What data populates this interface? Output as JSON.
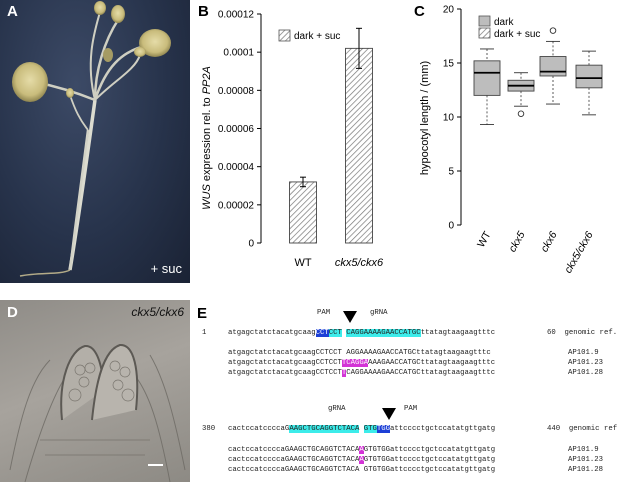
{
  "panels": {
    "a": {
      "letter": "A",
      "caption": "+ suc"
    },
    "b": {
      "letter": "B"
    },
    "c": {
      "letter": "C"
    },
    "d": {
      "letter": "D",
      "caption": "ckx5/ckx6"
    },
    "e": {
      "letter": "E"
    }
  },
  "chart_data": [
    {
      "type": "bar",
      "categories": [
        "WT",
        "ckx5/ckx6"
      ],
      "values": [
        3.2e-05,
        0.000102
      ],
      "errors": [
        2.5e-06,
        1.05e-05
      ],
      "ylabel_parts": [
        "WUS",
        " expression rel. to ",
        "PP2A"
      ],
      "ylim": [
        0,
        0.00012
      ],
      "yticks": [
        "0",
        "0.00002",
        "0.00004",
        "0.00006",
        "0.00008",
        "0.0001",
        "0.00012"
      ],
      "legend": [
        "dark + suc"
      ],
      "legend_position": "top-left",
      "fill": "hatched"
    },
    {
      "type": "box",
      "categories": [
        "WT",
        "ckx5",
        "ckx6",
        "ckx5/ckx6"
      ],
      "ylabel": "hypocotyl length / (mm)",
      "ylim": [
        0,
        20
      ],
      "yticks": [
        "0",
        "5",
        "10",
        "15",
        "20"
      ],
      "legend": [
        "dark",
        "dark + suc"
      ],
      "legend_position": "top-left",
      "boxes": [
        {
          "q1": 12.0,
          "median": 14.1,
          "q3": 15.2,
          "low": 9.3,
          "high": 16.3,
          "outliers": [],
          "style": "gray"
        },
        {
          "q1": 12.4,
          "median": 12.9,
          "q3": 13.4,
          "low": 11.0,
          "high": 14.1,
          "outliers": [
            10.3
          ],
          "style": "gray"
        },
        {
          "q1": 13.8,
          "median": 14.2,
          "q3": 15.6,
          "low": 11.2,
          "high": 17.0,
          "outliers": [
            18.0
          ],
          "style": "gray"
        },
        {
          "q1": 12.7,
          "median": 13.6,
          "q3": 14.8,
          "low": 10.2,
          "high": 16.1,
          "outliers": [],
          "style": "gray"
        }
      ]
    }
  ],
  "sequences": {
    "block1": {
      "pam_label": "PAM",
      "grna_label": "gRNA",
      "ref_start": "1",
      "ref_end": "60",
      "ref_label": "genomic ref.",
      "ref": {
        "pre": "atgagctatctacatgcaag",
        "blue": "CCT",
        "cyan1": "CCT",
        "gap": " ",
        "cyan2": "CAGGAAAAGAACCATGC",
        "post": "ttatagtaagaagtttc"
      },
      "rows": [
        {
          "pre": "atgagctatctacatgcaagCCTCCT ",
          "mag": "",
          "rest": "AGGAAAAGAACCATGCttatagtaagaagtttc",
          "name": "AP101.9"
        },
        {
          "pre": "atgagctatctacatgcaagCCTCCT",
          "mag": "TCAGGA",
          "rest": "AAAGAACCATGCttatagtaagaagtttc",
          "name": "AP101.23"
        },
        {
          "pre": "atgagctatctacatgcaagCCTCCT",
          "mag": "T",
          "rest": "CAGGAAAAGAACCATGCttatagtaagaagtttc",
          "name": "AP101.28"
        }
      ]
    },
    "block2": {
      "pam_label": "PAM",
      "grna_label": "gRNA",
      "ref_start": "380",
      "ref_end": "440",
      "ref_label": "genomic ref.",
      "ref": {
        "pre": "cactccatccccaG",
        "cyan1": "AAGCTGCAGGTCTACA",
        "gap": " ",
        "cyan2": "GTG",
        "blue": "TGG",
        "post": "attcccctgctccatatgttgatg"
      },
      "rows": [
        {
          "pre": "cactccatccccaGAAGCTGCAGGTCTACA",
          "mag": "A",
          "rest": "GTGTGGattcccctgctccatatgttgatg",
          "name": "AP101.9"
        },
        {
          "pre": "cactccatccccaGAAGCTGCAGGTCTACA",
          "mag": "A",
          "rest": "GTGTGGattcccctgctccatatgttgatg",
          "name": "AP101.23"
        },
        {
          "pre": "cactccatccccaGAAGCTGCAGGTCTACA",
          "mag": "",
          "rest": " GTGTGGattcccctgctccatatgttgatg",
          "name": "AP101.28"
        }
      ]
    }
  }
}
